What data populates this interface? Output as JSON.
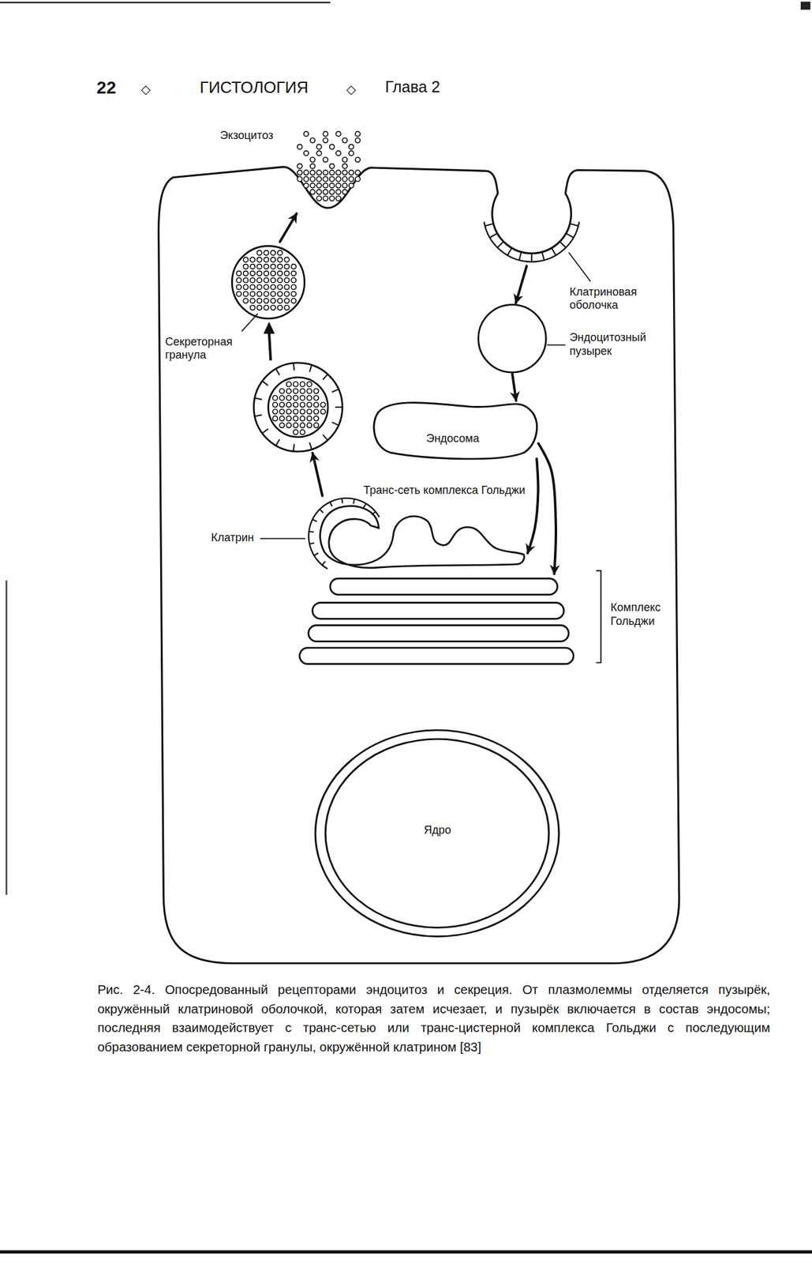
{
  "diagram": {
    "caption": "Рис. 2-4. Опосредованный рецепторами эндоцитоз и секреция. От плазмолеммы отделяется пузырёк, окружённый клатриновой оболочкой, которая затем исчезает, и пузырёк включается в состав эндосомы; последняя взаимодействует с транс-сетью или транс-цистерной комплекса Гольджи с последующим образованием секреторной гранулы, окружённой клатрином [83]",
    "nodes": [
      {
        "text": [
          "Клатриновая оболочка"
        ]
      },
      {
        "text": [
          "Эндоцитозный пузырек"
        ]
      },
      {
        "text": [
          "Эндосома"
        ]
      },
      {
        "text": [
          "Транс-сеть комплекса Гольджи"
        ]
      },
      {
        "text": [
          "Комплекс Гольджи"
        ]
      },
      {
        "text": [
          "Секреторная гранула"
        ]
      },
      {
        "text": [
          "Экзоцитоз"
        ]
      },
      {
        "text": [
          "Ядро"
        ]
      }
    ],
    "edges": [
      {
        "from": 0,
        "to": 1,
        "arrow": "to"
      },
      {
        "from": 1,
        "to": 2,
        "arrow": "to"
      },
      {
        "from": 2,
        "to": 3,
        "arrow": "to"
      },
      {
        "from": 2,
        "to": 4,
        "arrow": "to"
      },
      {
        "from": 3,
        "to": 5,
        "arrow": "to"
      },
      {
        "from": 5,
        "to": 6,
        "arrow": "to"
      }
    ],
    "labels": [
      "22",
      "◇",
      "ГИСТОЛОГИЯ",
      "◇",
      "Глава 2",
      "Клатрин"
    ]
  }
}
